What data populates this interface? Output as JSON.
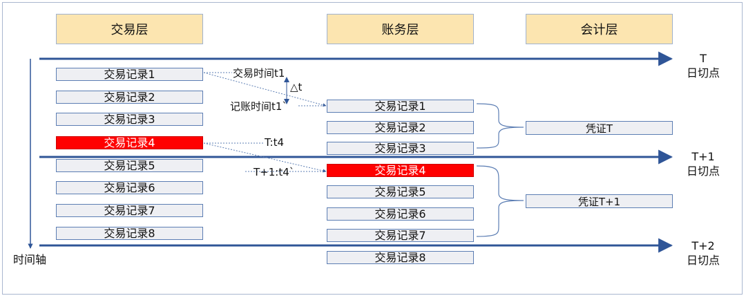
{
  "headers": {
    "transaction_layer": "交易层",
    "ledger_layer": "账务层",
    "accounting_layer": "会计层"
  },
  "transaction_records": [
    "交易记录1",
    "交易记录2",
    "交易记录3",
    "交易记录4",
    "交易记录5",
    "交易记录6",
    "交易记录7",
    "交易记录8"
  ],
  "ledger_records": [
    "交易记录1",
    "交易记录2",
    "交易记录3",
    "交易记录4",
    "交易记录5",
    "交易记录6",
    "交易记录7",
    "交易记录8"
  ],
  "vouchers": [
    "凭证T",
    "凭证T+1"
  ],
  "cutoffs": [
    {
      "line1": "T",
      "line2": "日切点"
    },
    {
      "line1": "T+1",
      "line2": "日切点"
    },
    {
      "line1": "T+2",
      "line2": "日切点"
    }
  ],
  "annotations": {
    "txn_time": "交易时间t1",
    "delta": "△t",
    "post_time": "记账时间t1`",
    "t_t4": "T:t4",
    "t1_t4": "T+1:t4`"
  },
  "axis_label": "时间轴",
  "colors": {
    "arrow": "#2f5597",
    "highlight": "#ff0000",
    "header_fill": "#fce5b0",
    "record_fill": "#eeeff3",
    "record_border": "#5b7db3"
  }
}
